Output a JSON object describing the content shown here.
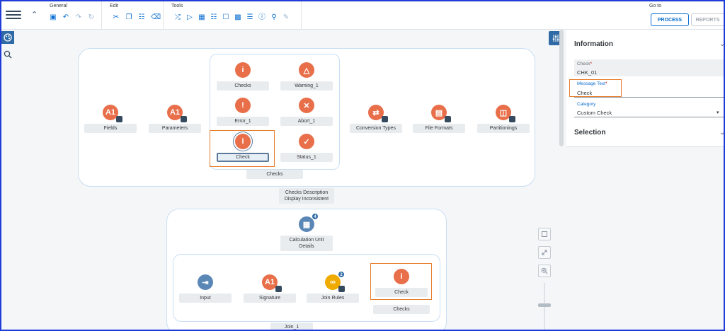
{
  "toolbar": {
    "groups": {
      "general": "General",
      "edit": "Edit",
      "tools": "Tools",
      "goto": "Go to"
    },
    "process_button": "PROCESS",
    "reports_button": "REPORTS"
  },
  "canvas": {
    "top": {
      "nodes": {
        "fields": "Fields",
        "parameters": "Parameters",
        "checks": "Checks",
        "warning": "Warning_1",
        "error": "Error_1",
        "abort": "Abort_1",
        "check": "Check",
        "status": "Status_1",
        "conversion_types": "Conversion Types",
        "file_formats": "File Formats",
        "partitionings": "Partitionings"
      },
      "group_caption": "Checks",
      "description_line1": "Checks Description",
      "description_line2": "Display Inconsistent"
    },
    "bottom": {
      "calc_unit_line1": "Calculation Unit",
      "calc_unit_line2": "Details",
      "calc_unit_badge": "4",
      "nodes": {
        "input": "Input",
        "signature": "Signature",
        "join_rules": "Join Rules",
        "join_rules_badge": "2",
        "check": "Check"
      },
      "checks_caption": "Checks",
      "join_caption": "Join_1"
    }
  },
  "panel": {
    "information": "Information",
    "check_label": "Check",
    "check_value": "CHK_01",
    "message_text_label": "Message Text",
    "message_text_value": "Check",
    "category_label": "Category",
    "category_value": "Custom Check",
    "selection": "Selection",
    "required_mark": "*"
  },
  "colors": {
    "accent": "#0a6ed1",
    "node_orange": "#e86f4a",
    "highlight": "#e87c2a",
    "frame": "#1f3bd8"
  }
}
